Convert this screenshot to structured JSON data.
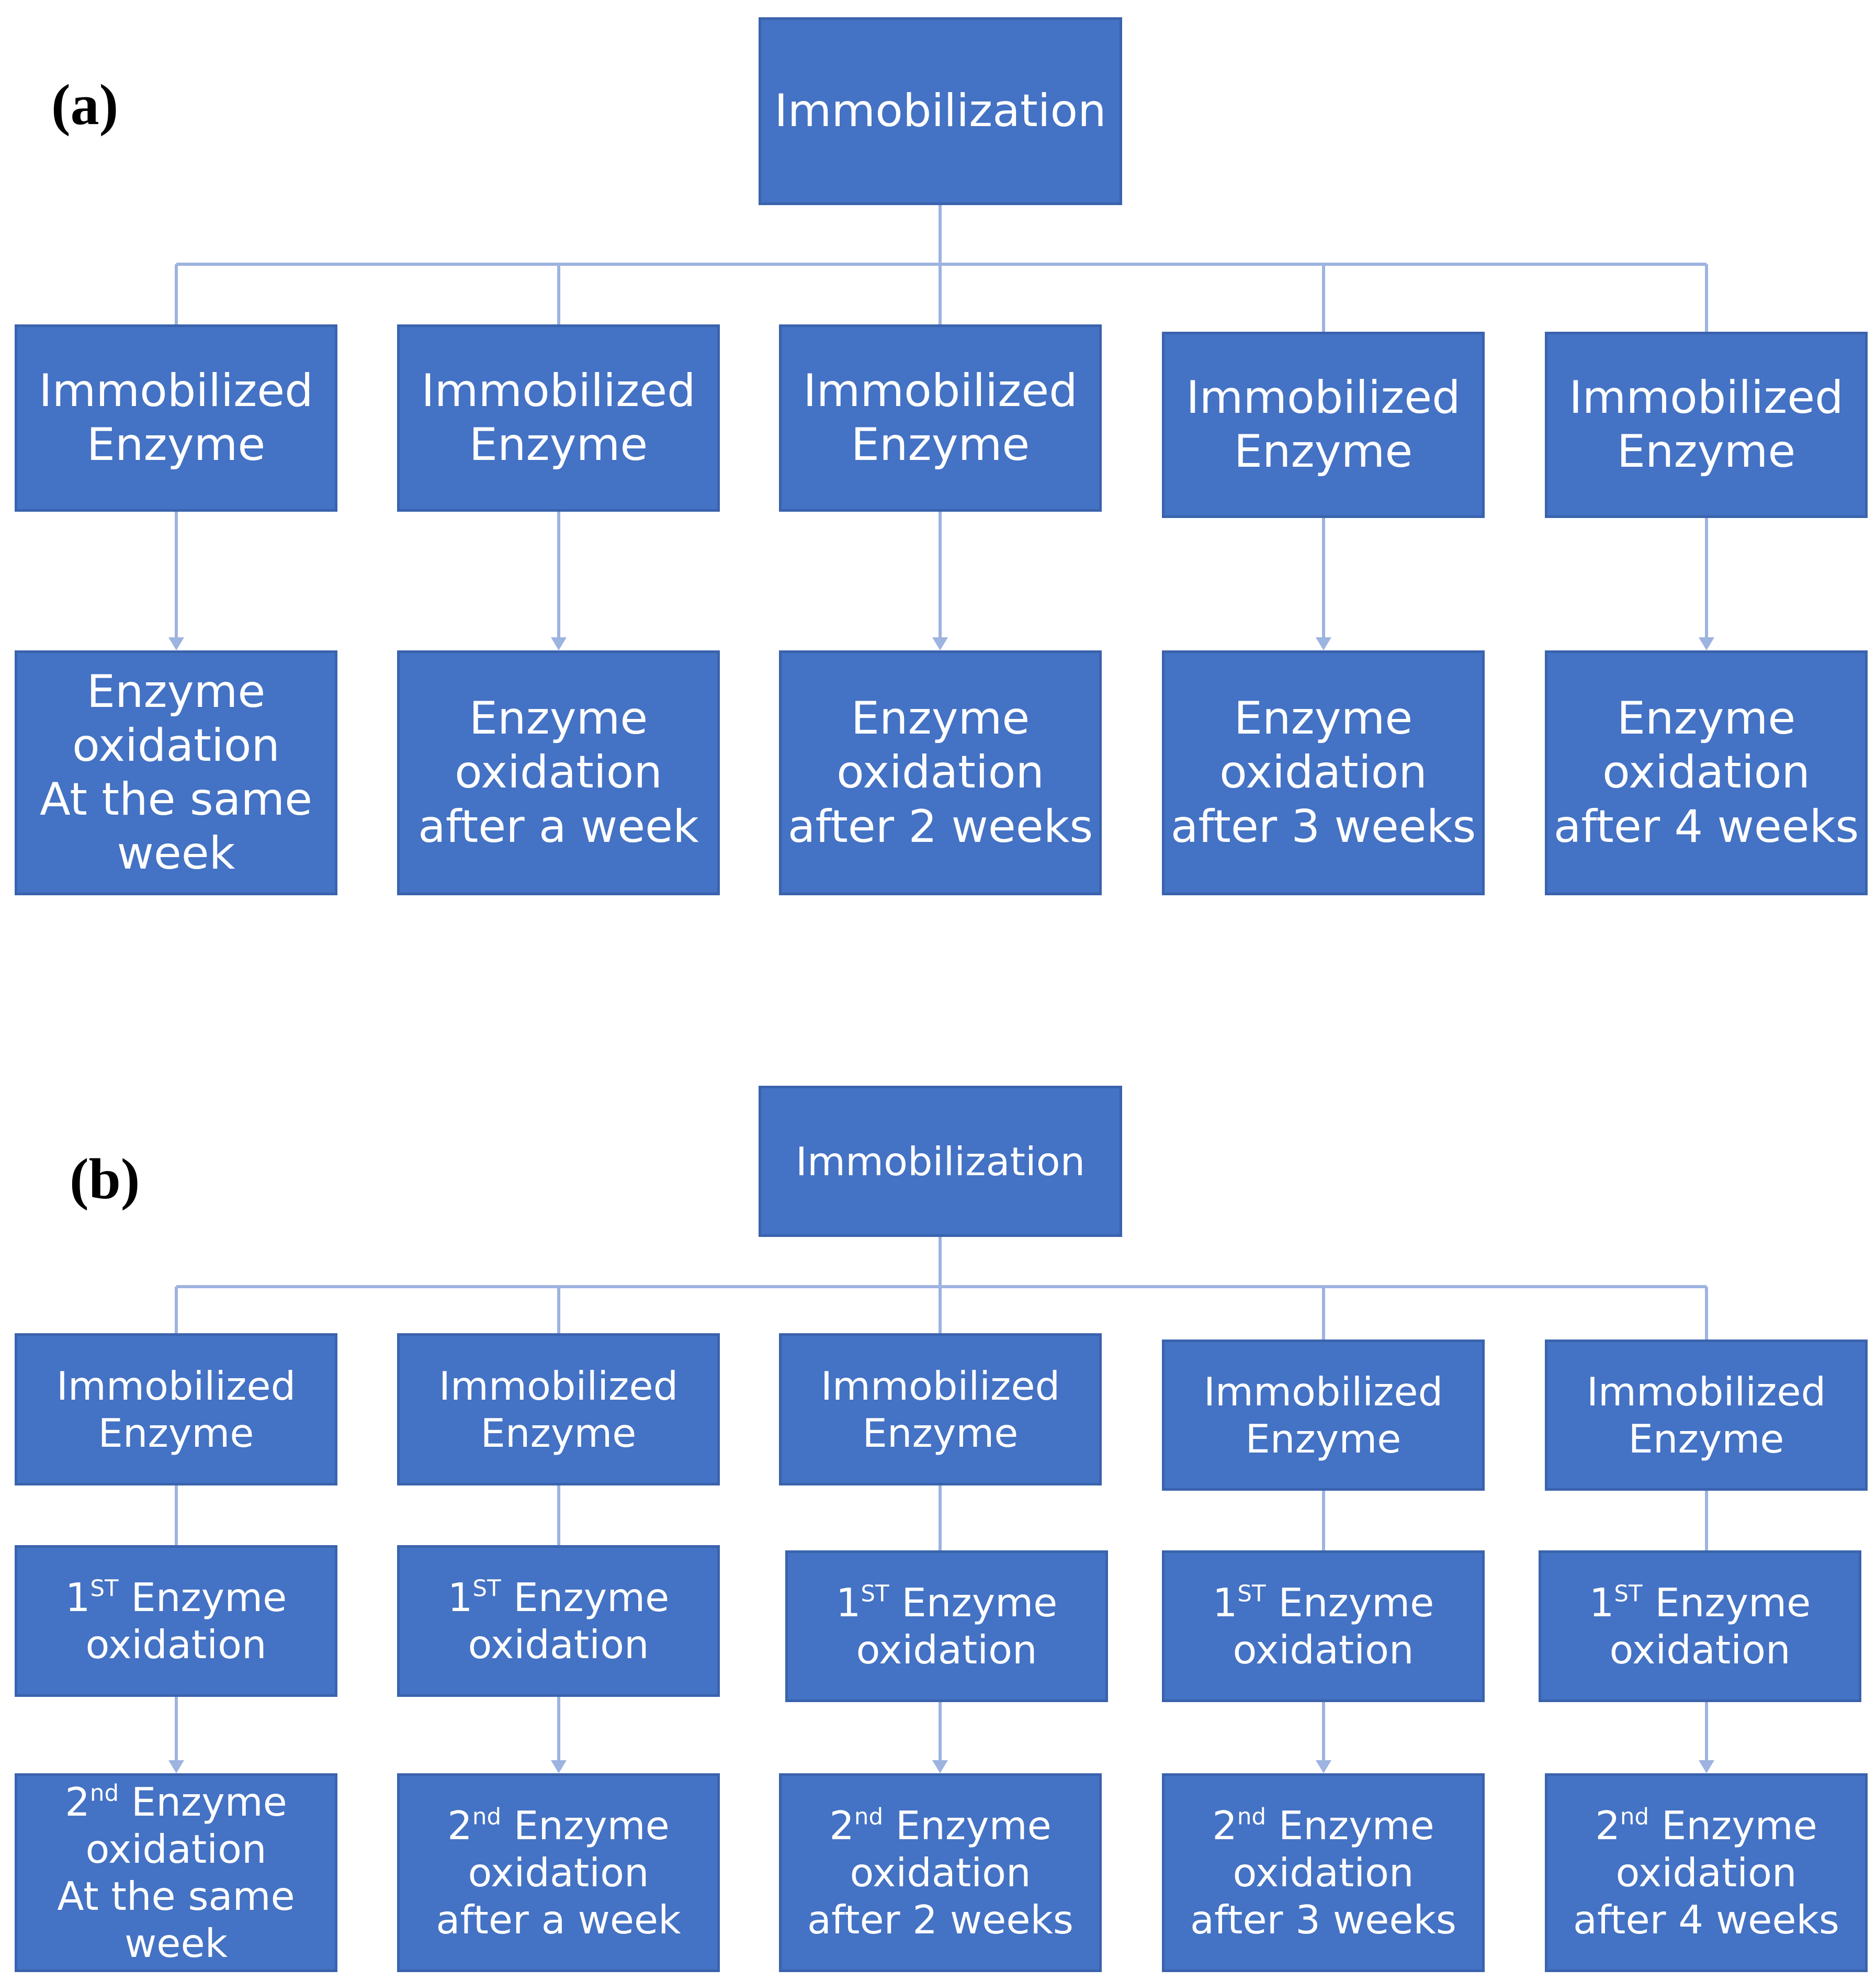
{
  "colors": {
    "box_fill": "#4472c4",
    "box_border": "#3a63ad",
    "connector": "#9db3e0",
    "text": "#ffffff",
    "panel_label": "#000000"
  },
  "panel_a": {
    "label": "(a)",
    "root": "Immobilization",
    "immobilized": [
      [
        "Immobilized",
        "Enzyme"
      ],
      [
        "Immobilized",
        "Enzyme"
      ],
      [
        "Immobilized",
        "Enzyme"
      ],
      [
        "Immobilized",
        "Enzyme"
      ],
      [
        "Immobilized",
        "Enzyme"
      ]
    ],
    "oxidation": [
      [
        "Enzyme",
        "oxidation",
        "At the same",
        "week"
      ],
      [
        "Enzyme",
        "oxidation",
        "after a week"
      ],
      [
        "Enzyme",
        "oxidation",
        "after 2 weeks"
      ],
      [
        "Enzyme",
        "oxidation",
        "after 3 weeks"
      ],
      [
        "Enzyme",
        "oxidation",
        "after 4 weeks"
      ]
    ]
  },
  "panel_b": {
    "label": "(b)",
    "root": "Immobilization",
    "immobilized": [
      [
        "Immobilized",
        "Enzyme"
      ],
      [
        "Immobilized",
        "Enzyme"
      ],
      [
        "Immobilized",
        "Enzyme"
      ],
      [
        "Immobilized",
        "Enzyme"
      ],
      [
        "Immobilized",
        "Enzyme"
      ]
    ],
    "first_oxidation": [
      {
        "num": "1",
        "sup": "ST",
        "rest": " Enzyme",
        "line2": "oxidation"
      },
      {
        "num": "1",
        "sup": "ST",
        "rest": " Enzyme",
        "line2": "oxidation"
      },
      {
        "num": "1",
        "sup": "ST",
        "rest": " Enzyme",
        "line2": "oxidation"
      },
      {
        "num": "1",
        "sup": "ST",
        "rest": " Enzyme",
        "line2": "oxidation"
      },
      {
        "num": "1",
        "sup": "ST",
        "rest": " Enzyme",
        "line2": "oxidation"
      }
    ],
    "second_oxidation": [
      {
        "num": "2",
        "sup": "nd",
        "rest": " Enzyme",
        "lines": [
          "oxidation",
          "At the same",
          "week"
        ]
      },
      {
        "num": "2",
        "sup": "nd",
        "rest": " Enzyme",
        "lines": [
          "oxidation",
          "after a week"
        ]
      },
      {
        "num": "2",
        "sup": "nd",
        "rest": " Enzyme",
        "lines": [
          "oxidation",
          "after 2 weeks"
        ]
      },
      {
        "num": "2",
        "sup": "nd",
        "rest": " Enzyme",
        "lines": [
          "oxidation",
          "after 3 weeks"
        ]
      },
      {
        "num": "2",
        "sup": "nd",
        "rest": " Enzyme",
        "lines": [
          "oxidation",
          "after 4 weeks"
        ]
      }
    ]
  }
}
